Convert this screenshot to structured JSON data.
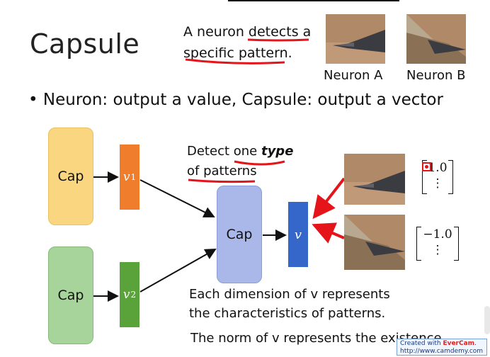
{
  "slide": {
    "title": "Capsule",
    "note_line1": "A neuron detects a",
    "note_line2": "specific pattern.",
    "neuron_a_label": "Neuron A",
    "neuron_b_label": "Neuron B",
    "bullet_mark": "•",
    "bullet_text": "Neuron: output a value, Capsule: output a vector",
    "detect_part1": "Detect one ",
    "detect_type": "type",
    "detect_line2": "of patterns",
    "cap_label": "Cap",
    "vec1_symbol": "v",
    "vec1_index": "1",
    "vec2_symbol": "v",
    "vec2_index": "2",
    "vec_out_symbol": "v",
    "matrix1_top": "1.0",
    "matrix1_bottom": "⋮",
    "matrix2_top": "−1.0",
    "matrix2_bottom": "⋮",
    "desc_line1": "Each dimension of v represents",
    "desc_line2": "the characteristics of patterns.",
    "desc_line3": "The norm of v represents the existence."
  },
  "watermark": {
    "line1_prefix": "Created with ",
    "line1_brand": "EverCam",
    "line1_suffix": ".",
    "line2": "http://www.camdemy.com"
  },
  "colors": {
    "cap1_fill": "#fbd680",
    "cap2_fill": "#a7d49a",
    "cap_out_fill": "#a9b8e8",
    "vec1_fill": "#f07d2b",
    "vec2_fill": "#5aa23a",
    "vec_out_fill": "#3566c9",
    "annotation_red": "#e5141a"
  }
}
